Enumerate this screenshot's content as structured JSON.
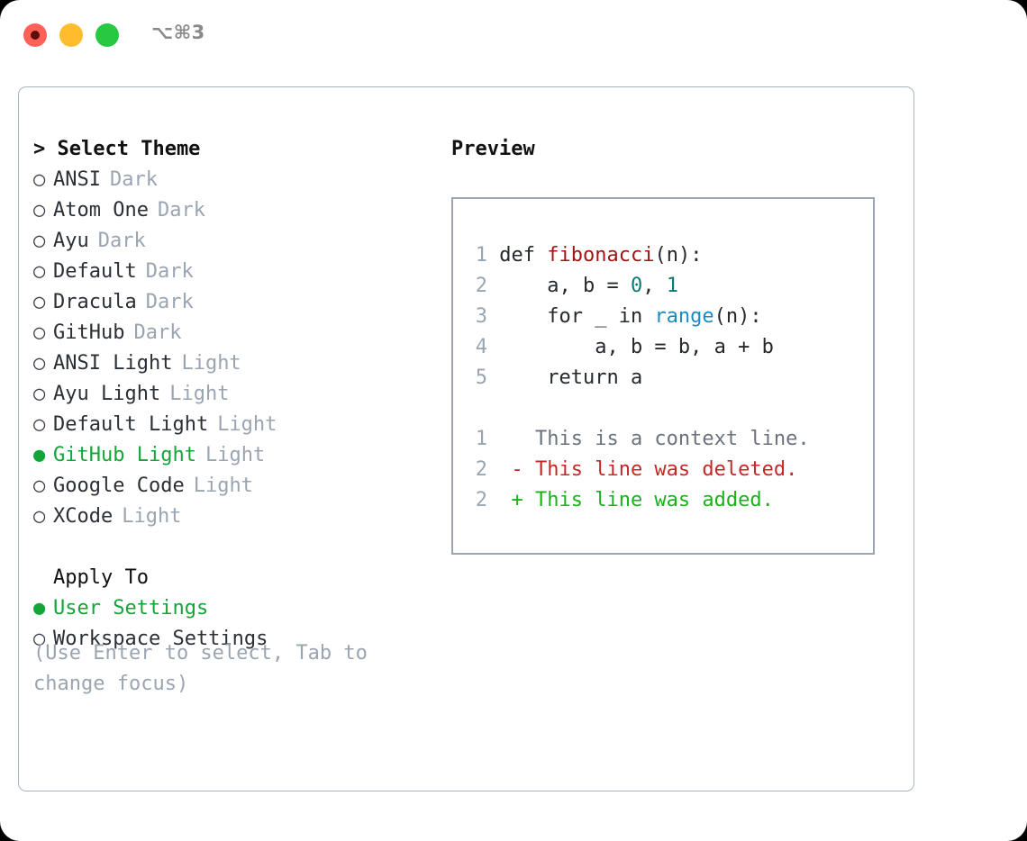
{
  "titlebar": {
    "shortcut": "⌥⌘3",
    "buttons": [
      {
        "name": "close",
        "color": "#ff6058"
      },
      {
        "name": "minimize",
        "color": "#ffbd2e"
      },
      {
        "name": "maximize",
        "color": "#28c840"
      }
    ]
  },
  "theme_picker": {
    "header": "> Select Theme",
    "bullet_unselected": "○",
    "bullet_selected": "●",
    "selected_color": "#13a538",
    "tag_color": "#9aa5b1",
    "items": [
      {
        "label": "ANSI",
        "tag": "Dark",
        "selected": false
      },
      {
        "label": "Atom One",
        "tag": "Dark",
        "selected": false
      },
      {
        "label": "Ayu",
        "tag": "Dark",
        "selected": false
      },
      {
        "label": "Default",
        "tag": "Dark",
        "selected": false
      },
      {
        "label": "Dracula",
        "tag": "Dark",
        "selected": false
      },
      {
        "label": "GitHub",
        "tag": "Dark",
        "selected": false
      },
      {
        "label": "ANSI Light",
        "tag": "Light",
        "selected": false
      },
      {
        "label": "Ayu Light",
        "tag": "Light",
        "selected": false
      },
      {
        "label": "Default Light",
        "tag": "Light",
        "selected": false
      },
      {
        "label": "GitHub Light",
        "tag": "Light",
        "selected": true
      },
      {
        "label": "Google Code",
        "tag": "Light",
        "selected": false
      },
      {
        "label": "XCode",
        "tag": "Light",
        "selected": false
      }
    ]
  },
  "apply_to": {
    "header": "Apply To",
    "items": [
      {
        "label": "User Settings",
        "selected": true
      },
      {
        "label": "Workspace Settings",
        "selected": false
      }
    ]
  },
  "hint": "(Use Enter to select, Tab to change focus)",
  "preview": {
    "title": "Preview",
    "code_lines": [
      {
        "num": "1",
        "segments": [
          {
            "text": "def ",
            "kind": "plain"
          },
          {
            "text": "fibonacci",
            "kind": "function"
          },
          {
            "text": "(n):",
            "kind": "plain"
          }
        ]
      },
      {
        "num": "2",
        "segments": [
          {
            "text": "    a, b = ",
            "kind": "plain"
          },
          {
            "text": "0",
            "kind": "number"
          },
          {
            "text": ", ",
            "kind": "plain"
          },
          {
            "text": "1",
            "kind": "number"
          }
        ]
      },
      {
        "num": "3",
        "segments": [
          {
            "text": "    for _ in ",
            "kind": "plain"
          },
          {
            "text": "range",
            "kind": "builtin"
          },
          {
            "text": "(n):",
            "kind": "plain"
          }
        ]
      },
      {
        "num": "4",
        "segments": [
          {
            "text": "        a, b = b, a + b",
            "kind": "plain"
          }
        ]
      },
      {
        "num": "5",
        "segments": [
          {
            "text": "    return a",
            "kind": "plain"
          }
        ]
      }
    ],
    "diff_lines": [
      {
        "num": "1",
        "marker": " ",
        "text": "This is a context line.",
        "kind": "context"
      },
      {
        "num": "2",
        "marker": "-",
        "text": "This line was deleted.",
        "kind": "deleted"
      },
      {
        "num": "2",
        "marker": "+",
        "text": "This line was added.",
        "kind": "added"
      }
    ],
    "colors": {
      "function": "#a31515",
      "number": "#0b7a75",
      "builtin": "#1c8bc4",
      "context": "#6a737d",
      "deleted": "#c62828",
      "added": "#19b319",
      "line_number": "#9aa5b1"
    }
  }
}
